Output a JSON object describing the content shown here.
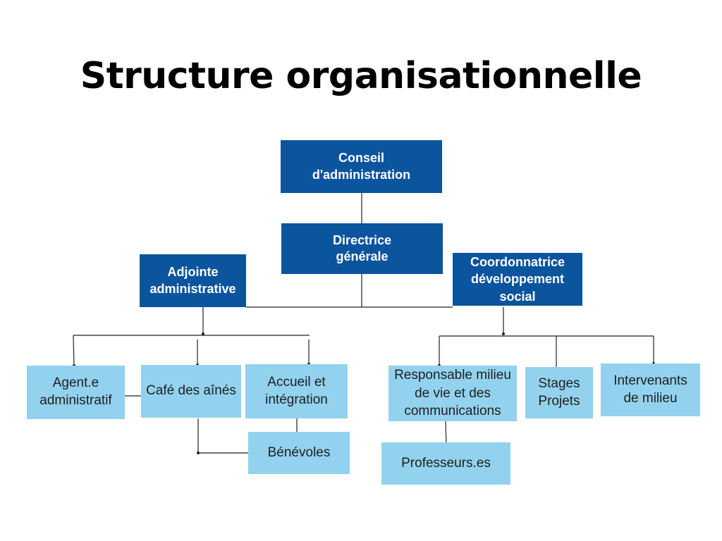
{
  "title": "Structure organisationnelle",
  "nodes": {
    "conseil": "Conseil\nd'administration",
    "directrice": "Directrice\ngénérale",
    "adjointe": "Adjointe\nadministrative",
    "coordonnatrice": "Coordonnatrice\ndéveloppement\nsocial",
    "agent": "Agent.e\nadministratif",
    "cafe": "Café des aînés",
    "accueil": "Accueil et\nintégration",
    "benevoles": "Bénévoles",
    "responsable": "Responsable milieu\nde vie et des\ncommunications",
    "professeurs": "Professeurs.es",
    "stages": "Stages\nProjets",
    "intervenants": "Intervenants\nde milieu"
  },
  "colors": {
    "dark_box": "#0b549e",
    "light_box": "#92d2ee",
    "lines": "#222222"
  }
}
